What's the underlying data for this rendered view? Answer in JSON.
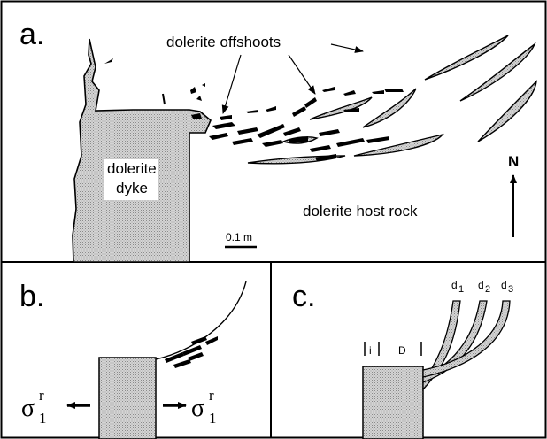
{
  "panel_a": {
    "letter": "a.",
    "label_offshoots": "dolerite offshoots",
    "label_dyke_line1": "dolerite",
    "label_dyke_line2": "dyke",
    "label_host": "dolerite host rock",
    "label_north": "N",
    "scale_label": "0.1 m"
  },
  "panel_b": {
    "letter": "b.",
    "sigma": "σ",
    "sigma_sub": "1",
    "sigma_sup": "r"
  },
  "panel_c": {
    "letter": "c.",
    "label_i": "i",
    "label_D": "D",
    "offshoots": [
      {
        "base": "d",
        "sub": "1"
      },
      {
        "base": "d",
        "sub": "2"
      },
      {
        "base": "d",
        "sub": "3"
      }
    ]
  },
  "colors": {
    "line": "#000000",
    "stipple_bg": "#d4d4d4",
    "stipple_dot": "#8a8a8a"
  }
}
